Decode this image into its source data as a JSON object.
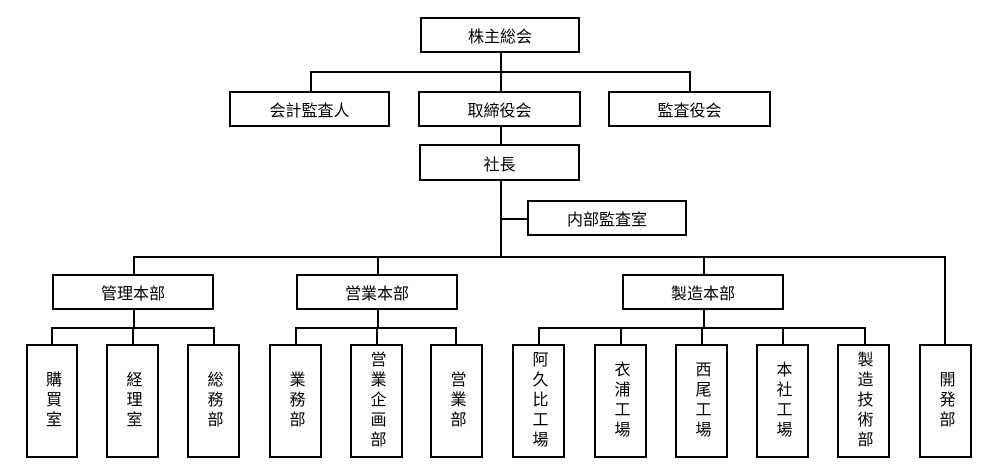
{
  "org_chart": {
    "top": {
      "shareholders_meeting": "株主総会"
    },
    "governance": {
      "accounting_auditor": "会計監査人",
      "board_of_directors": "取締役会",
      "audit_board": "監査役会"
    },
    "president": "社長",
    "internal_audit": "内部監査室",
    "divisions": {
      "admin": {
        "label": "管理本部",
        "units": [
          "購買室",
          "経理室",
          "総務部"
        ]
      },
      "sales": {
        "label": "営業本部",
        "units": [
          "業務部",
          "営業企画部",
          "営業部"
        ]
      },
      "manufacturing": {
        "label": "製造本部",
        "units": [
          "阿久比工場",
          "衣浦工場",
          "西尾工場",
          "本社工場",
          "製造技術部"
        ]
      },
      "development": {
        "label": "開発部"
      }
    }
  }
}
